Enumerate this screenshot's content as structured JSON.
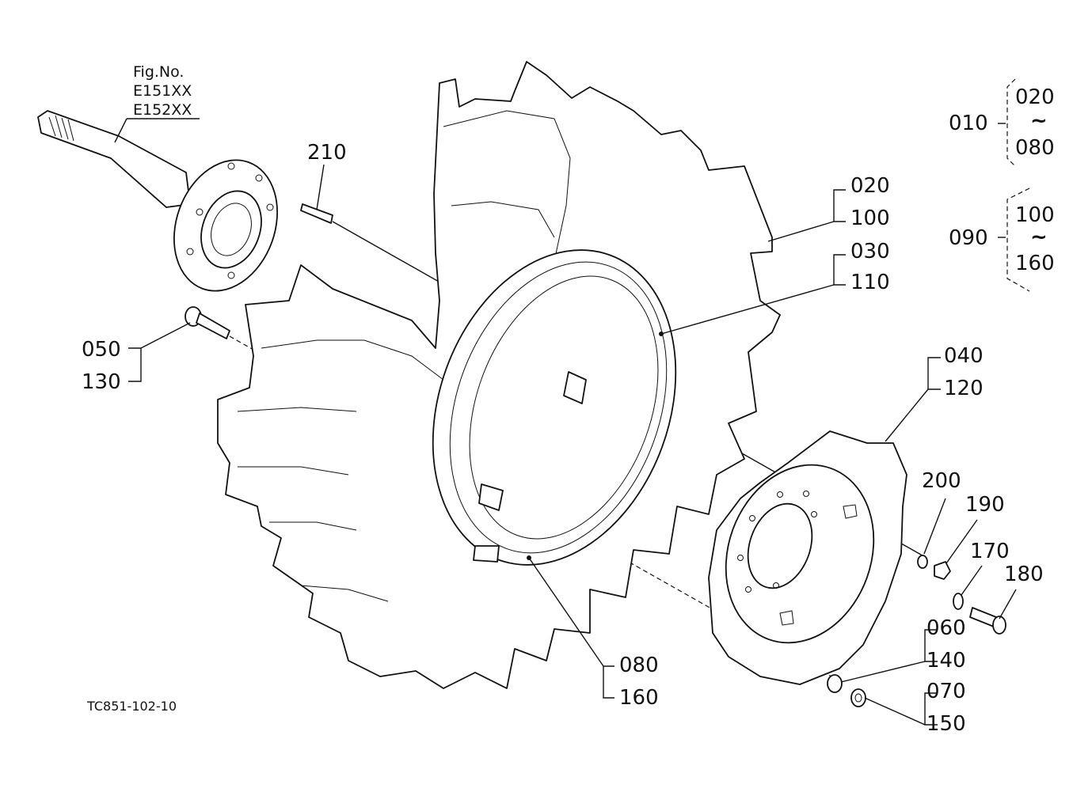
{
  "figure": {
    "fig_no_label": "Fig.No.",
    "fig_numbers": [
      "E151XX",
      "E152XX"
    ],
    "drawing_code": "TC851-102-10"
  },
  "groups": {
    "group_010": {
      "id": "010",
      "from": "020",
      "to": "080"
    },
    "group_090": {
      "id": "090",
      "from": "100",
      "to": "160"
    },
    "range_symbol": "~"
  },
  "callouts": {
    "c210": "210",
    "c020": "020",
    "c100": "100",
    "c030": "030",
    "c110": "110",
    "c050": "050",
    "c130": "130",
    "c040": "040",
    "c120": "120",
    "c200": "200",
    "c190": "190",
    "c170": "170",
    "c180": "180",
    "c060": "060",
    "c140": "140",
    "c070": "070",
    "c150": "150",
    "c080": "080",
    "c160": "160"
  }
}
